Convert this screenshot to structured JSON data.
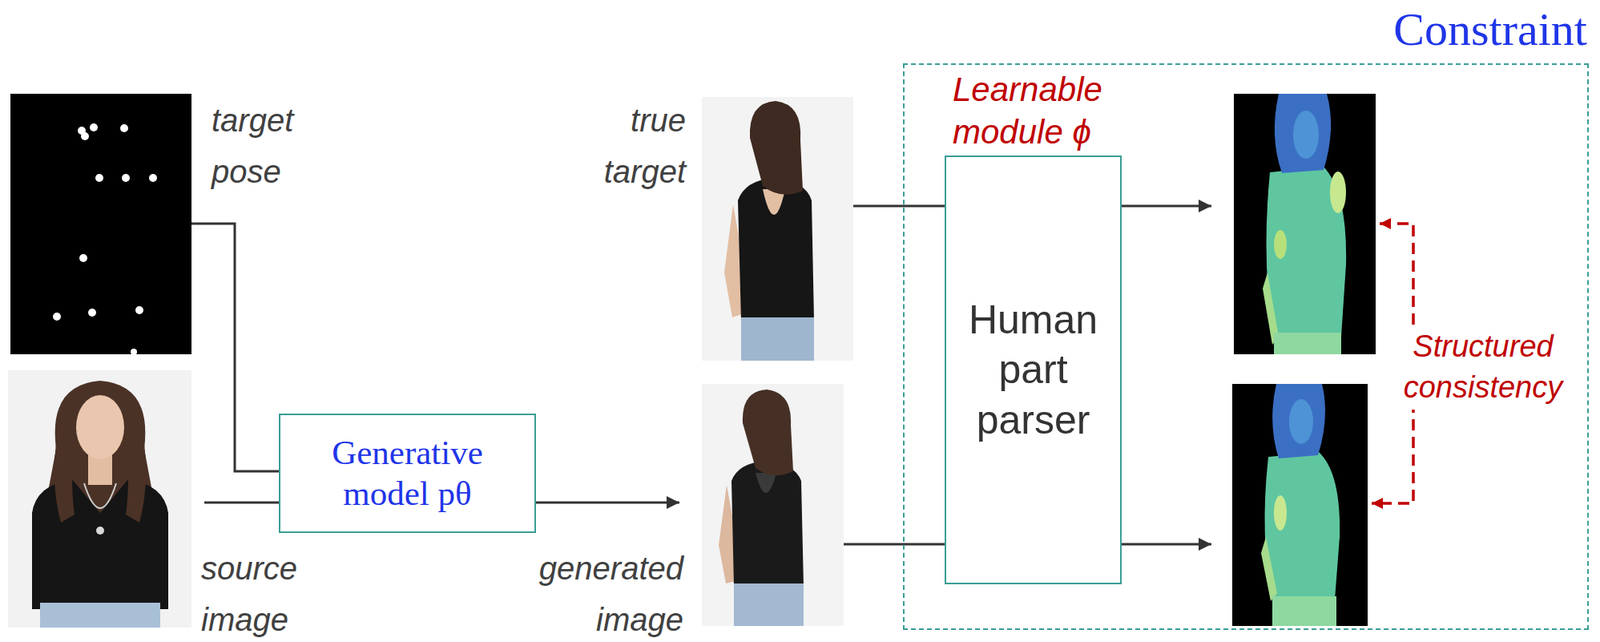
{
  "diagram": {
    "nodes": [
      {
        "text": [
          "target pose"
        ]
      },
      {
        "text": [
          "source image"
        ]
      },
      {
        "text": [
          "Generative model pθ"
        ]
      },
      {
        "text": [
          "true target"
        ]
      },
      {
        "text": [
          "generated image"
        ]
      },
      {
        "text": [
          "Constraint"
        ]
      },
      {
        "text": [
          "Learnable module ϕ",
          "Human part parser"
        ],
        "in": 5
      }
    ],
    "edges": [
      {
        "from": 0,
        "to": 2,
        "arrow": "none"
      },
      {
        "from": 1,
        "to": 2,
        "arrow": "none"
      },
      {
        "from": 2,
        "to": 4,
        "arrow": "to"
      },
      {
        "from": 3,
        "to": 6,
        "arrow": "none"
      },
      {
        "from": 4,
        "to": 6,
        "arrow": "none"
      }
    ],
    "labels": [
      "Structured consistency"
    ]
  }
}
